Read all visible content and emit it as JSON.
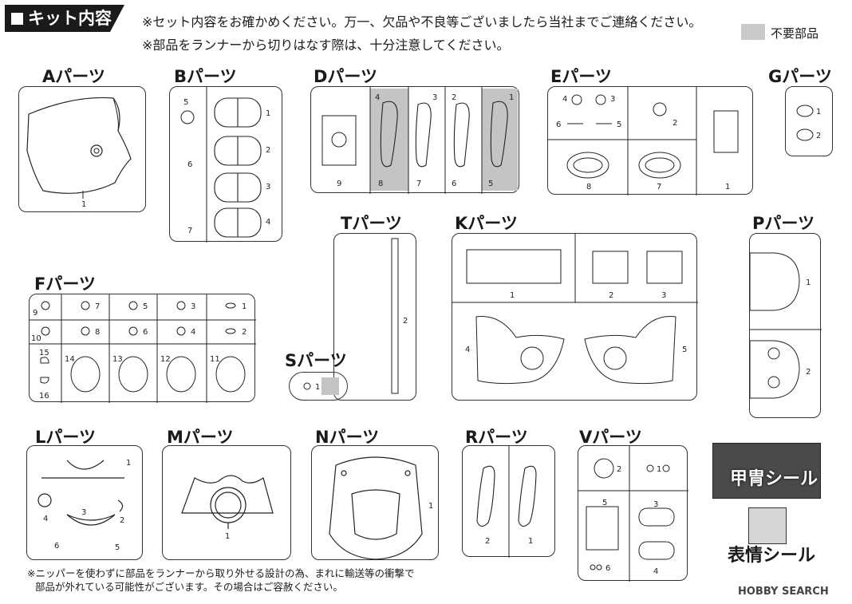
{
  "header": {
    "title": "キット内容",
    "notice_line1": "※セット内容をお確かめください。万一、欠品や不良等ございましたら当社までご連絡ください。",
    "notice_line2": "※部品をランナーから切りはなす際は、十分注意してください。",
    "legend_label": "不要部品",
    "legend_color": "#c9c9c9"
  },
  "sections": {
    "A": {
      "title": "Aパーツ",
      "nums": [
        "1"
      ]
    },
    "B": {
      "title": "Bパーツ",
      "nums": [
        "5",
        "6",
        "7",
        "1",
        "2",
        "3",
        "4"
      ]
    },
    "D": {
      "title": "Dパーツ",
      "nums": [
        "9",
        "4",
        "8",
        "3",
        "7",
        "2",
        "6",
        "1",
        "5"
      ]
    },
    "E": {
      "title": "Eパーツ",
      "nums": [
        "4",
        "3",
        "6",
        "5",
        "2",
        "8",
        "7",
        "1"
      ]
    },
    "G": {
      "title": "Gパーツ",
      "nums": [
        "1",
        "2"
      ]
    },
    "T": {
      "title": "Tパーツ",
      "nums": [
        "2"
      ]
    },
    "K": {
      "title": "Kパーツ",
      "nums": [
        "1",
        "2",
        "3",
        "4",
        "5"
      ]
    },
    "P": {
      "title": "Pパーツ",
      "nums": [
        "1",
        "2"
      ]
    },
    "F": {
      "title": "Fパーツ",
      "nums": [
        "9",
        "7",
        "5",
        "3",
        "1",
        "10",
        "8",
        "6",
        "4",
        "2",
        "15",
        "16",
        "14",
        "13",
        "12",
        "11"
      ]
    },
    "S": {
      "title": "Sパーツ",
      "nums": [
        "1"
      ]
    },
    "L": {
      "title": "Lパーツ",
      "nums": [
        "1",
        "4",
        "3",
        "2",
        "6",
        "5"
      ]
    },
    "M": {
      "title": "Mパーツ",
      "nums": [
        "1"
      ]
    },
    "N": {
      "title": "Nパーツ",
      "nums": [
        "1"
      ]
    },
    "R": {
      "title": "Rパーツ",
      "nums": [
        "2",
        "1"
      ]
    },
    "V": {
      "title": "Vパーツ",
      "nums": [
        "2",
        "1",
        "5",
        "3",
        "6",
        "4"
      ]
    }
  },
  "stickers": {
    "armor": "甲冑シール",
    "face": "表情シール"
  },
  "footer": {
    "line1": "※ニッパーを使わずに部品をランナーから取り外せる設計の為、まれに輸送等の衝撃で",
    "line2": "部品が外れている可能性がございます。その場合はご容赦ください。"
  },
  "watermark": "HOBBY SEARCH"
}
